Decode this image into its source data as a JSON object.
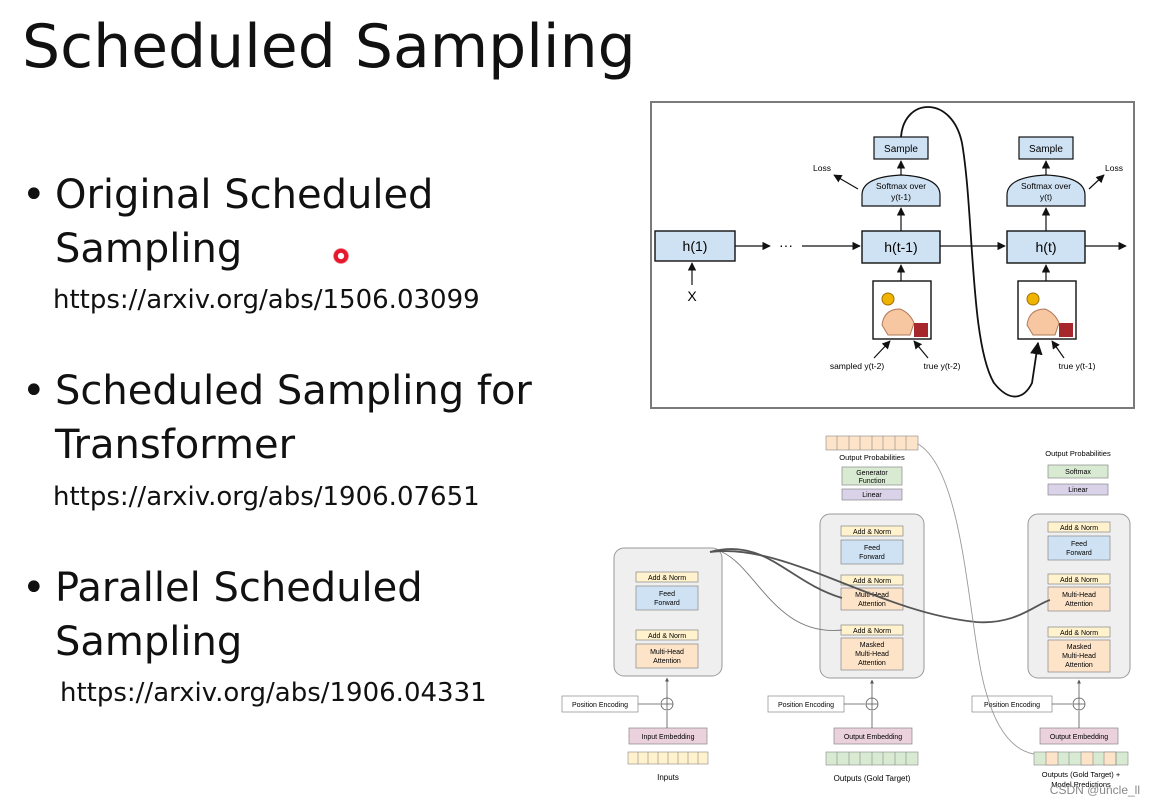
{
  "slide": {
    "title": "Scheduled Sampling",
    "bullets": [
      {
        "marker": "•",
        "line1": "Original Scheduled",
        "line2": "Sampling",
        "link": "https://arxiv.org/abs/1506.03099"
      },
      {
        "marker": "•",
        "line1": "Scheduled Sampling for",
        "line2": "Transformer",
        "link": "https://arxiv.org/abs/1906.07651"
      },
      {
        "marker": "•",
        "line1": "Parallel Scheduled",
        "line2": "Sampling",
        "link": "https://arxiv.org/abs/1906.04331"
      }
    ]
  },
  "rnn_figure": {
    "sample_left": "Sample",
    "sample_right": "Sample",
    "softmax_left_1": "Softmax over",
    "softmax_left_2": "y(t-1)",
    "softmax_right_1": "Softmax over",
    "softmax_right_2": "y(t)",
    "loss_left": "Loss",
    "loss_right": "Loss",
    "h1": "h(1)",
    "ellipsis": "···",
    "ht1": "h(t-1)",
    "ht": "h(t)",
    "x": "X",
    "sampled_label": "sampled y(t-2)",
    "true_label_left": "true y(t-2)",
    "true_label_right": "true y(t-1)"
  },
  "transformer_figure": {
    "enc": {
      "add_norm_top": "Add & Norm",
      "feed_1": "Feed",
      "feed_2": "Forward",
      "add_norm_bottom": "Add & Norm",
      "mha_1": "Multi-Head",
      "mha_2": "Attention",
      "pos_enc": "Position Encoding",
      "input_emb": "Input Embedding",
      "inputs": "Inputs"
    },
    "dec1": {
      "output_probs": "Output Probabilities",
      "gen_1": "Generator",
      "gen_2": "Function",
      "linear": "Linear",
      "add_norm_1": "Add & Norm",
      "feed_1": "Feed",
      "feed_2": "Forward",
      "add_norm_2": "Add & Norm",
      "mha_1": "Multi-Head",
      "mha_2": "Attention",
      "add_norm_3": "Add & Norm",
      "masked_1": "Masked",
      "masked_2": "Multi-Head",
      "masked_3": "Attention",
      "pos_enc": "Position Encoding",
      "output_emb": "Output Embedding",
      "outputs": "Outputs (Gold Target)"
    },
    "dec2": {
      "output_probs": "Output Probabilities",
      "softmax": "Softmax",
      "linear": "Linear",
      "add_norm_1": "Add & Norm",
      "feed_1": "Feed",
      "feed_2": "Forward",
      "add_norm_2": "Add & Norm",
      "mha_1": "Multi-Head",
      "mha_2": "Attention",
      "add_norm_3": "Add & Norm",
      "masked_1": "Masked",
      "masked_2": "Multi-Head",
      "masked_3": "Attention",
      "pos_enc": "Position Encoding",
      "output_emb": "Output Embedding",
      "outputs_1": "Outputs (Gold Target) +",
      "outputs_2": "Model Predictions"
    }
  },
  "watermark": "CSDN @uncle_ll",
  "colors": {
    "rnn_box": "#cfe2f3",
    "orange_block": "#fde3c8",
    "blue_block": "#cfe2f3",
    "green_block": "#d9ead3",
    "purple_block": "#d9d2e9",
    "pink_block": "#ead1dc",
    "yellow_block": "#fff2cc",
    "container_gray": "#efefef",
    "laser": "#e8182c"
  }
}
